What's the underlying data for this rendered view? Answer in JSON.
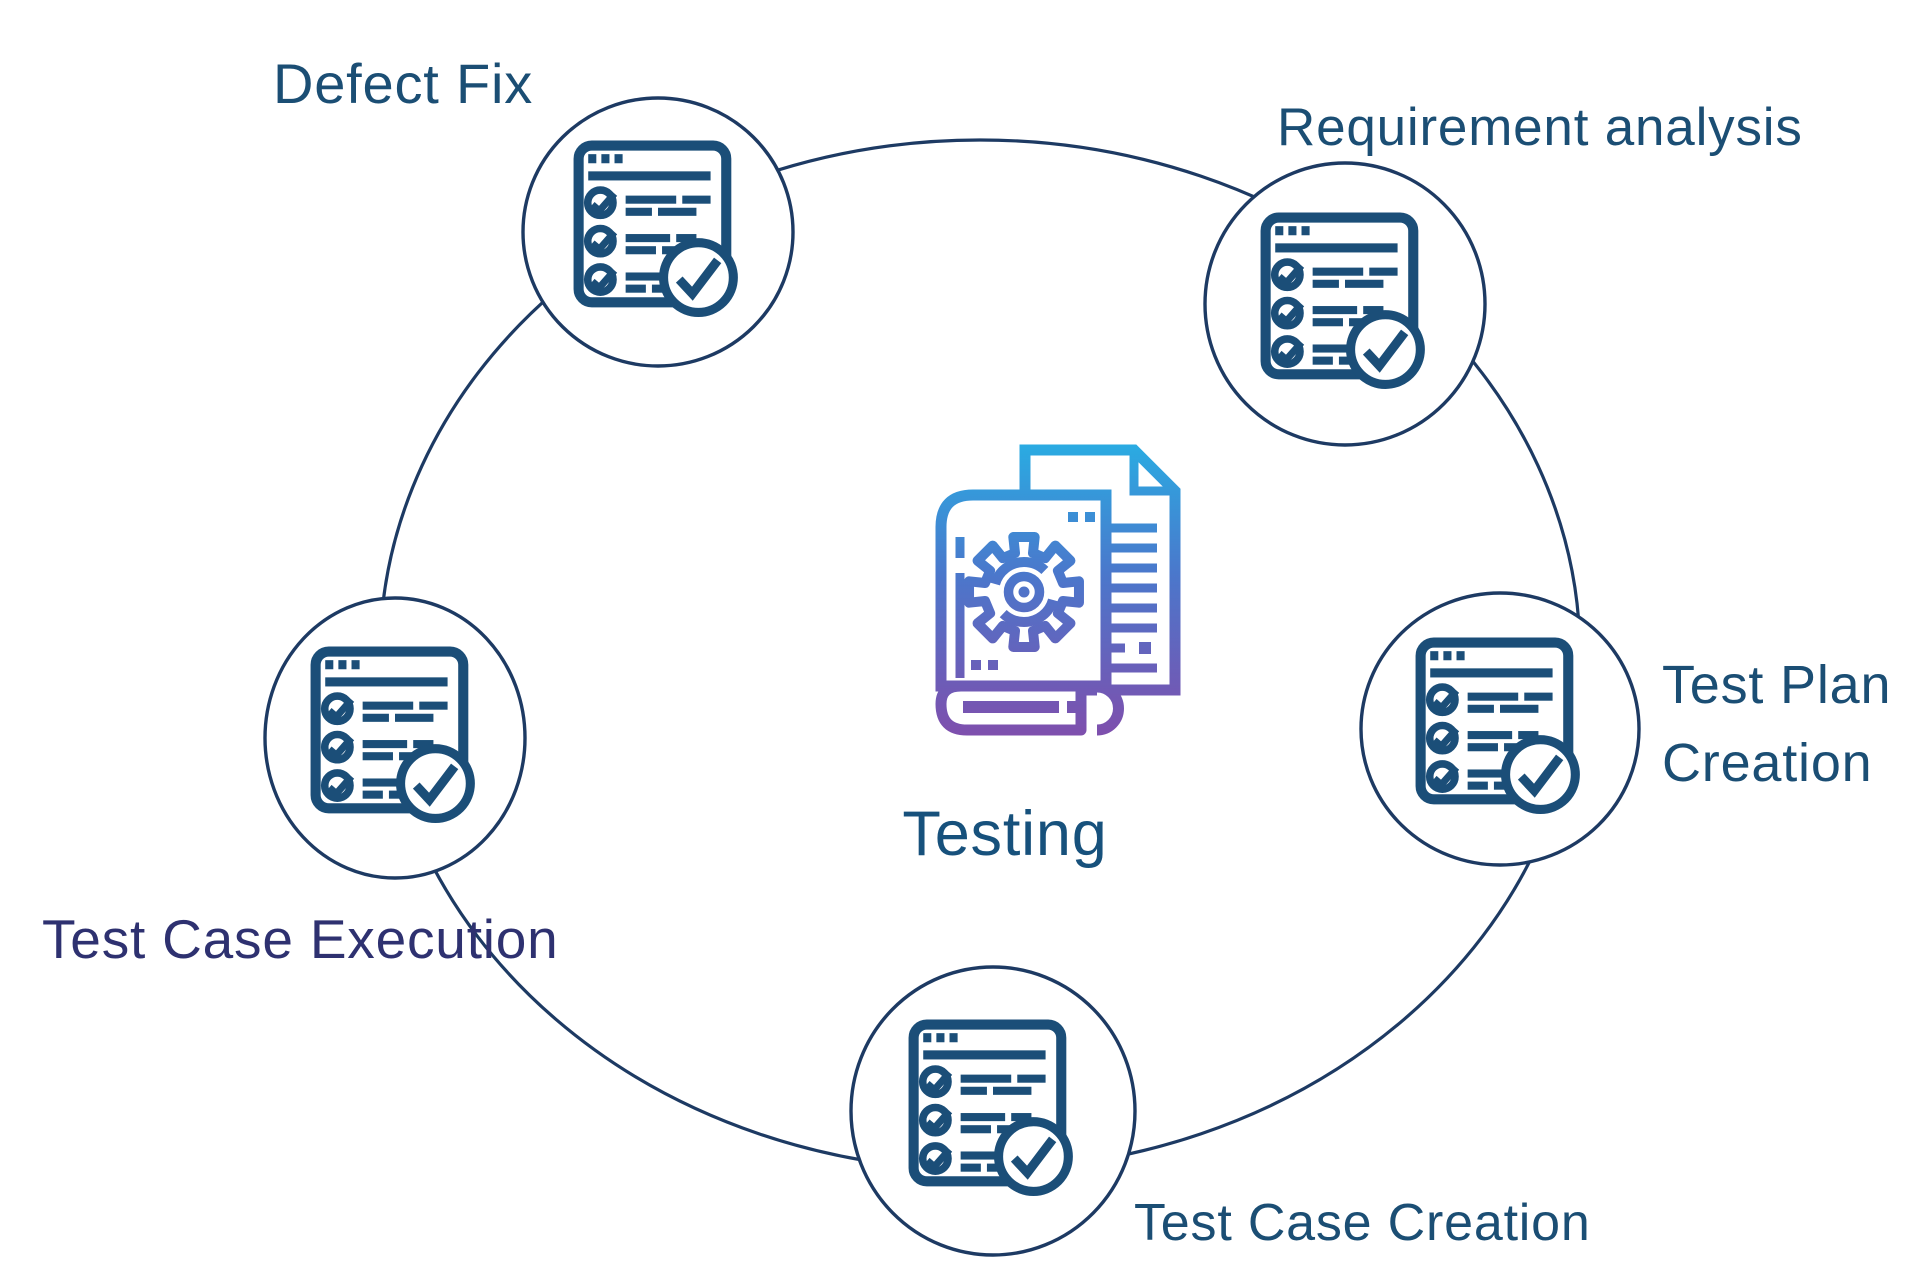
{
  "page": {
    "background": "#ffffff"
  },
  "diagram": {
    "type": "testing-lifecycle-cycle",
    "ring_color": "#1d3a63",
    "node_outline_color": "#1d3a63",
    "node_fill": "#ffffff",
    "icon_color": "#1b4e78",
    "center": {
      "label": "Testing",
      "label_color": "#17517c",
      "icon": "book-gear-document-icon",
      "icon_gradient_top": "#2aabe2",
      "icon_gradient_mid": "#4b77cb",
      "icon_gradient_bottom": "#7e4fad"
    },
    "nodes": [
      {
        "id": "defect-fix",
        "label": "Defect Fix",
        "label_color": "#1b4e74",
        "icon": "checklist-checkmark-icon"
      },
      {
        "id": "requirement-analysis",
        "label": "Requirement analysis",
        "label_color": "#1b4e74",
        "icon": "checklist-checkmark-icon"
      },
      {
        "id": "test-plan-creation",
        "label": "Test Plan Creation",
        "label_lines": [
          "Test Plan",
          "Creation"
        ],
        "label_color": "#1b4e74",
        "icon": "checklist-checkmark-icon"
      },
      {
        "id": "test-case-creation",
        "label": "Test Case Creation",
        "label_color": "#1b4e74",
        "icon": "checklist-checkmark-icon"
      },
      {
        "id": "test-case-execution",
        "label": "Test Case Execution",
        "label_color": "#2e3170",
        "icon": "checklist-checkmark-icon"
      }
    ]
  }
}
